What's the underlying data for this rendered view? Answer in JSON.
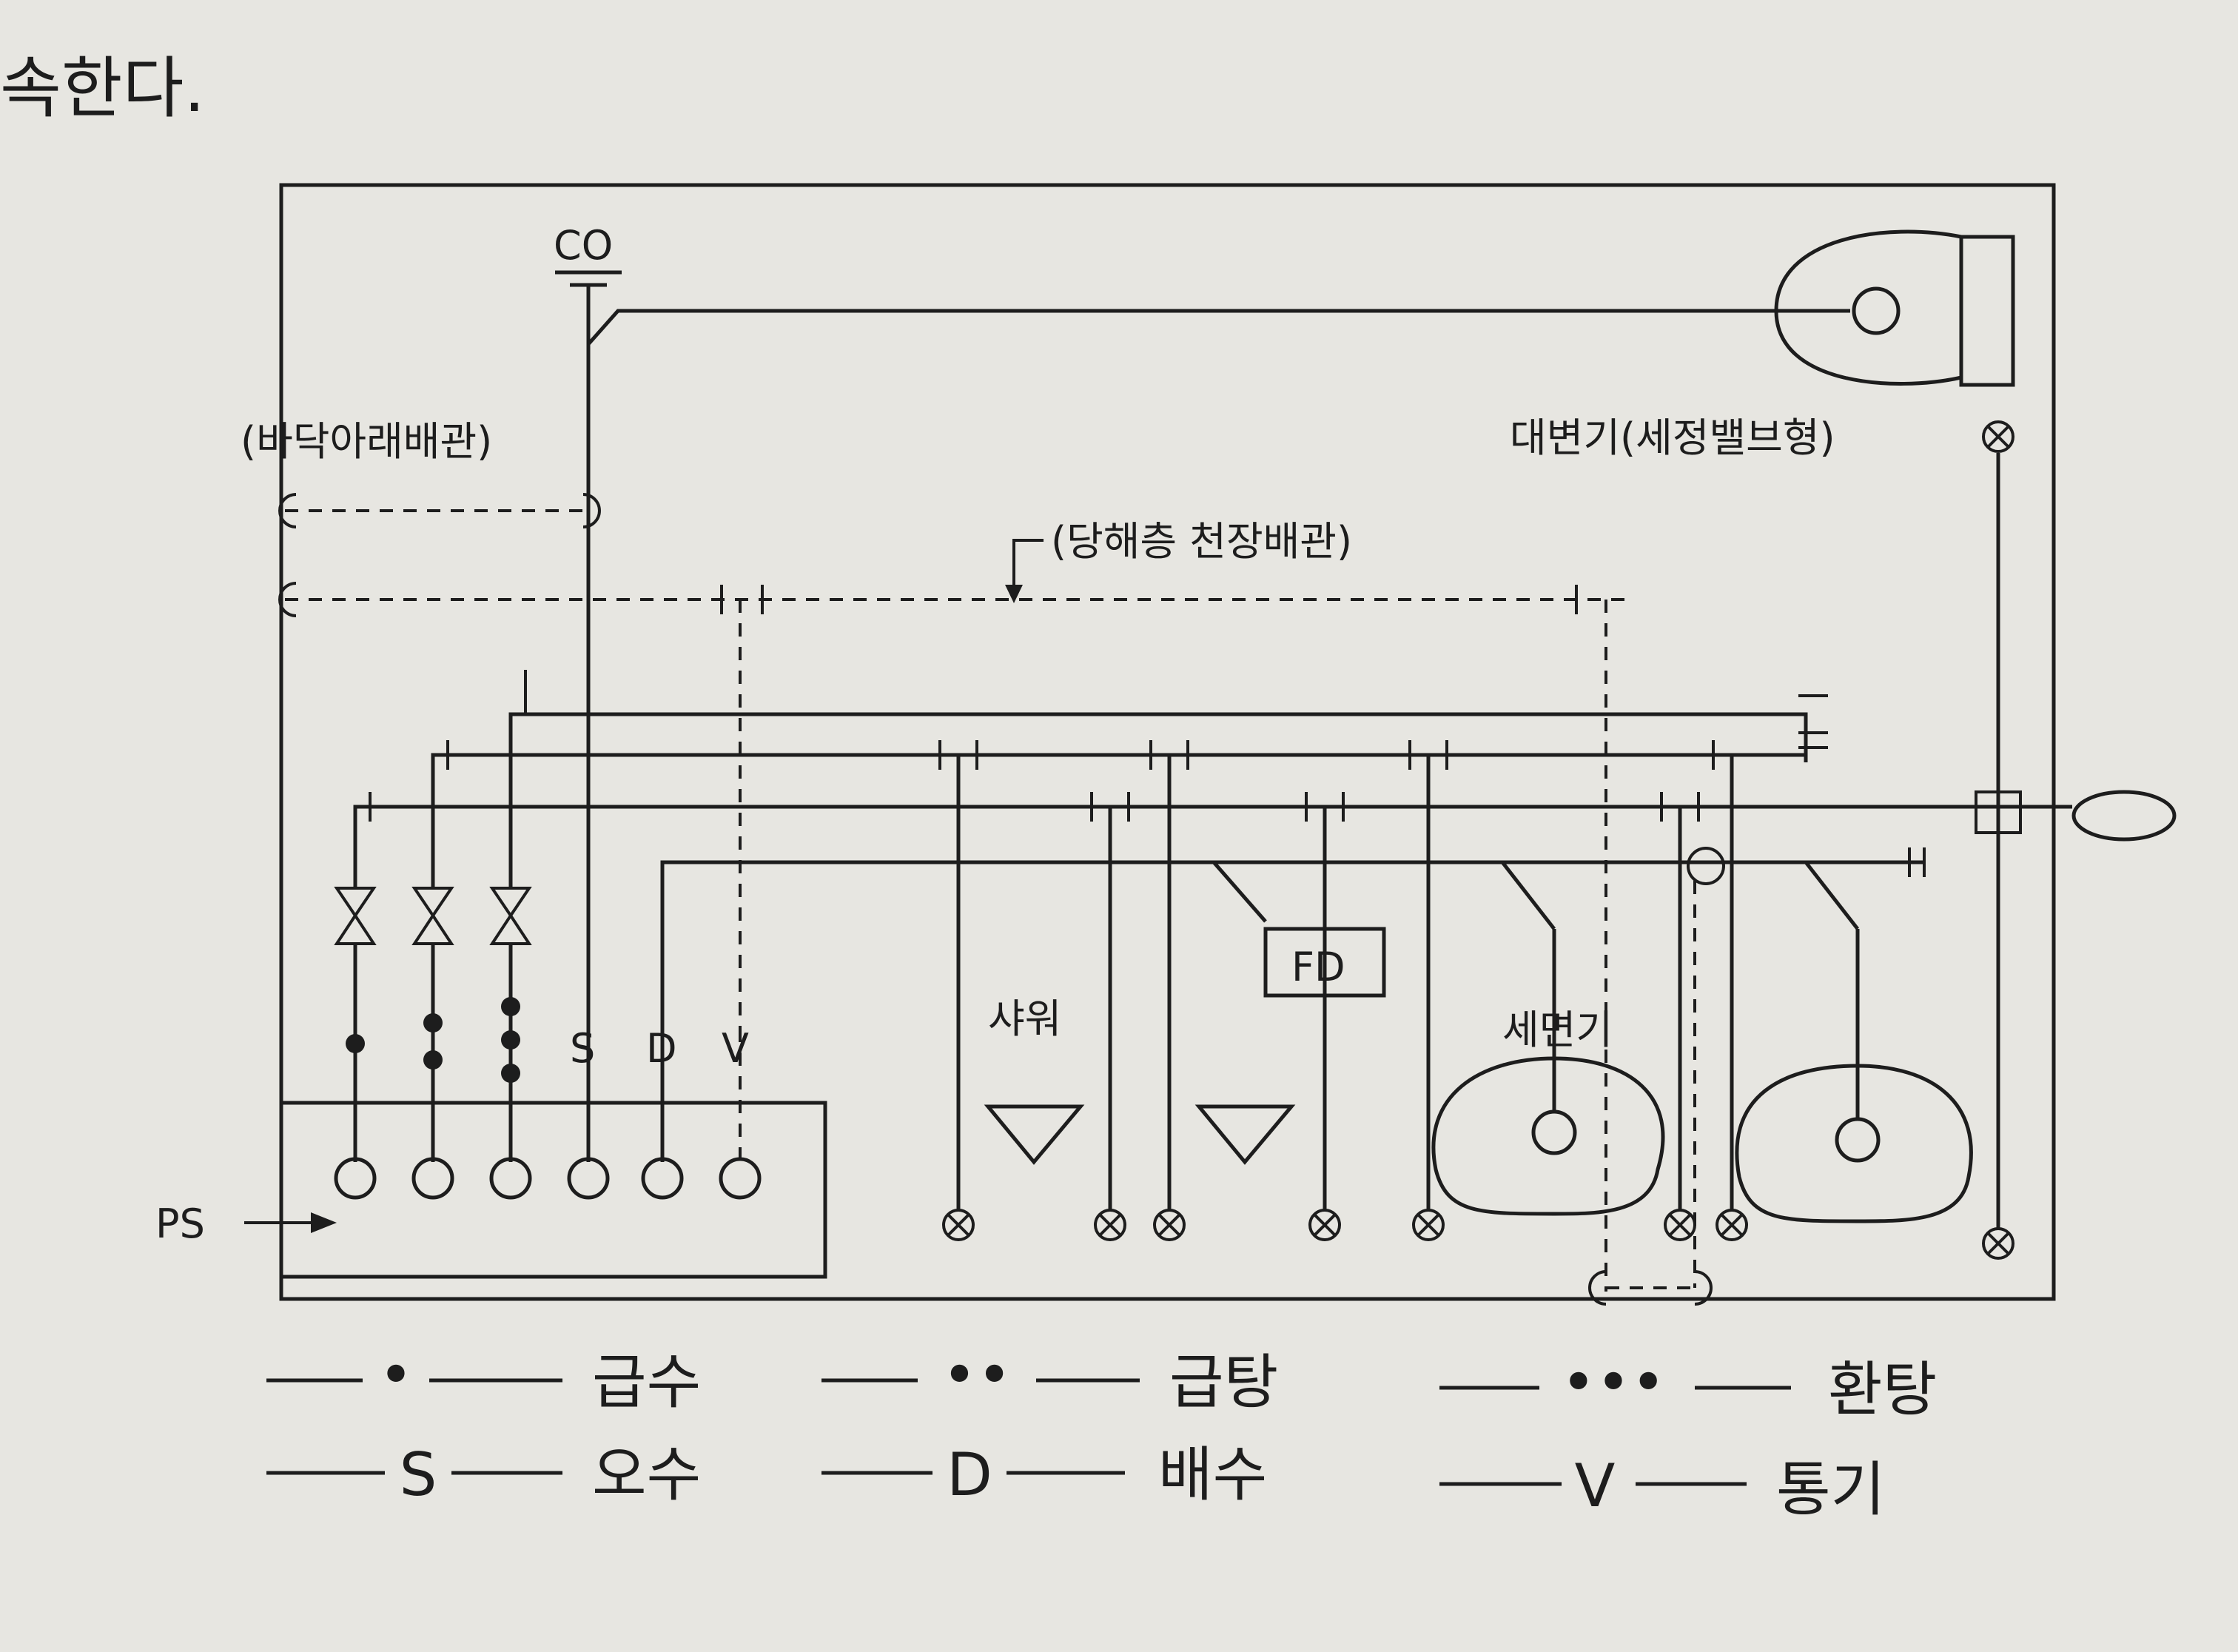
{
  "page_heading": "속한다.",
  "diagram": {
    "co_label": "CO",
    "underfloor_label": "(바닥아래배관)",
    "ceiling_label": "(당해층 천장배관)",
    "toilet_label": "대변기(세정밸브형)",
    "shower_label": "샤워",
    "fd_label": "FD",
    "basin_label": "세면기",
    "ps_label": "PS",
    "riser_labels": [
      "S",
      "D",
      "V"
    ]
  },
  "legend": {
    "items": [
      {
        "symbol": "•",
        "label": "급수"
      },
      {
        "symbol": "••",
        "label": "급탕"
      },
      {
        "symbol": "•••",
        "label": "환탕"
      },
      {
        "symbol": "S",
        "label": "오수"
      },
      {
        "symbol": "D",
        "label": "배수"
      },
      {
        "symbol": "V",
        "label": "통기"
      }
    ]
  }
}
